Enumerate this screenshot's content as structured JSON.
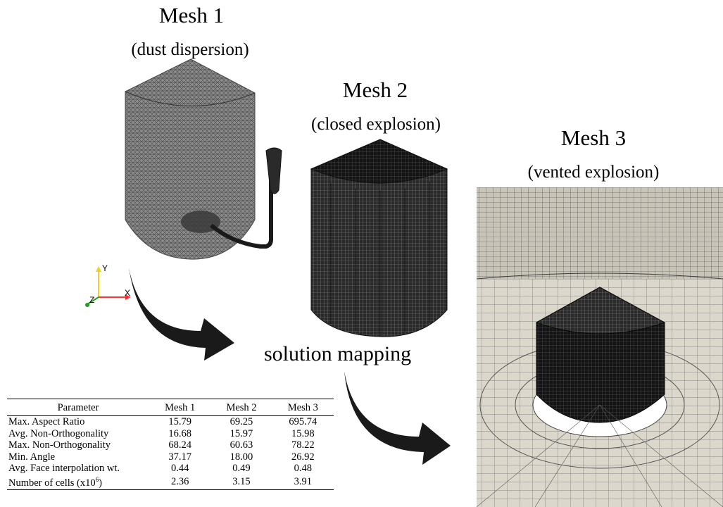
{
  "meshes": [
    {
      "title": "Mesh 1",
      "subtitle": "(dust dispersion)",
      "icon": "dust-dispersion-mesh-silo"
    },
    {
      "title": "Mesh 2",
      "subtitle": "(closed explosion)",
      "icon": "closed-explosion-mesh-silo"
    },
    {
      "title": "Mesh 3",
      "subtitle": "(vented explosion)",
      "icon": "vented-explosion-mesh-silo"
    }
  ],
  "mapping_label": "solution mapping",
  "axes": {
    "y": "Y",
    "x": "X",
    "z": "Z"
  },
  "colors": {
    "mesh_dark": "#1a1a1a",
    "mesh_grey": "#8a8a8a",
    "ground": "#d9d4c8",
    "arrow": "#1a1a1a",
    "axis_x": "#ff3030",
    "axis_y": "#f0d020",
    "axis_z": "#20a020"
  },
  "table": {
    "headers": [
      "Parameter",
      "Mesh 1",
      "Mesh 2",
      "Mesh 3"
    ],
    "rows": [
      [
        "Max. Aspect Ratio",
        "15.79",
        "69.25",
        "695.74"
      ],
      [
        "Avg. Non-Orthogonality",
        "16.68",
        "15.97",
        "15.98"
      ],
      [
        "Max. Non-Orthogonality",
        "68.24",
        "60.63",
        "78.22"
      ],
      [
        "Min. Angle",
        "37.17",
        "18.00",
        "26.92"
      ],
      [
        "Avg. Face interpolation wt.",
        "0.44",
        "0.49",
        "0.48"
      ],
      [
        "Number of cells (x10",
        "2.36",
        "3.15",
        "3.91"
      ]
    ],
    "cells_exponent": "6",
    "cells_close": ")"
  }
}
